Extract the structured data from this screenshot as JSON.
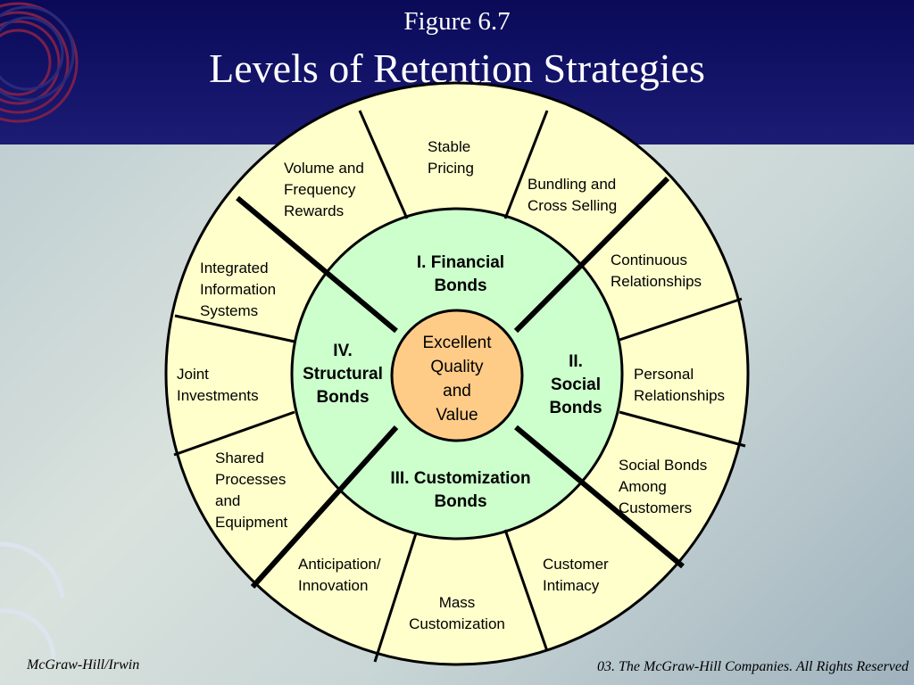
{
  "slide": {
    "figure_label": "Figure 6.7",
    "title": "Levels of Retention Strategies",
    "footer_left": "McGraw-Hill/Irwin",
    "footer_right": "03. The McGraw-Hill Companies. All Rights Reserved"
  },
  "colors": {
    "header_bg": "#0a0a58",
    "outer_ring": "#ffffcc",
    "inner_ring": "#ccffcc",
    "center": "#ffcc88",
    "stroke": "#000000"
  },
  "wheel": {
    "center_label": [
      "Excellent",
      "Quality",
      "and",
      "Value"
    ],
    "bonds": [
      {
        "id": "financial",
        "lines": [
          "I. Financial",
          "Bonds"
        ]
      },
      {
        "id": "social",
        "lines": [
          "II.",
          "Social",
          "Bonds"
        ]
      },
      {
        "id": "customization",
        "lines": [
          "III. Customization",
          "Bonds"
        ]
      },
      {
        "id": "structural",
        "lines": [
          "IV.",
          "Structural",
          "Bonds"
        ]
      }
    ],
    "strategies": [
      {
        "id": "stable-pricing",
        "lines": [
          "Stable",
          "Pricing"
        ]
      },
      {
        "id": "bundling",
        "lines": [
          "Bundling and",
          "Cross Selling"
        ]
      },
      {
        "id": "continuous",
        "lines": [
          "Continuous",
          "Relationships"
        ]
      },
      {
        "id": "personal",
        "lines": [
          "Personal",
          "Relationships"
        ]
      },
      {
        "id": "social-bonds-among",
        "lines": [
          "Social Bonds",
          "Among",
          "Customers"
        ]
      },
      {
        "id": "customer-intimacy",
        "lines": [
          "Customer",
          "Intimacy"
        ]
      },
      {
        "id": "mass-customization",
        "lines": [
          "Mass",
          "Customization"
        ]
      },
      {
        "id": "anticipation",
        "lines": [
          "Anticipation/",
          "Innovation"
        ]
      },
      {
        "id": "shared-processes",
        "lines": [
          "Shared",
          "Processes",
          "and",
          "Equipment"
        ]
      },
      {
        "id": "joint-investments",
        "lines": [
          "Joint",
          "Investments"
        ]
      },
      {
        "id": "integrated-info",
        "lines": [
          "Integrated",
          "Information",
          "Systems"
        ]
      },
      {
        "id": "volume-frequency",
        "lines": [
          "Volume and",
          "Frequency",
          "Rewards"
        ]
      }
    ]
  }
}
